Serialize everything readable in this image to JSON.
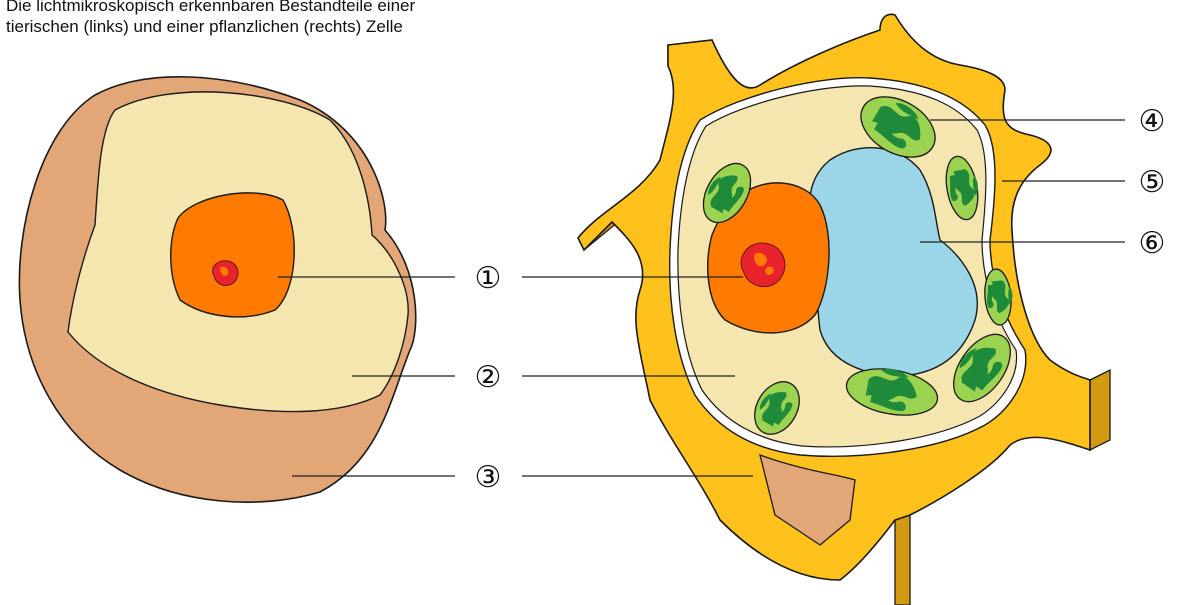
{
  "caption": {
    "line1": "Die lichtmikroskopisch erkennbaren Bestandteile einer",
    "line2": "tierischen (links) und einer pflanzlichen (rechts) Zelle"
  },
  "labels": {
    "l1": "①",
    "l2": "②",
    "l3": "③",
    "l4": "④",
    "l5": "⑤",
    "l6": "⑥"
  },
  "colors": {
    "cytoplasm": "#f4e6ae",
    "nucleus": "#ff7a00",
    "nucleolus": "#e8232c",
    "animal_membrane": "#e2a677",
    "cell_wall": "#ffc21c",
    "cell_wall_side": "#d19a10",
    "vacuole": "#9bd6e8",
    "chloroplast_light": "#9bd350",
    "chloroplast_dark": "#1f8a3a"
  }
}
